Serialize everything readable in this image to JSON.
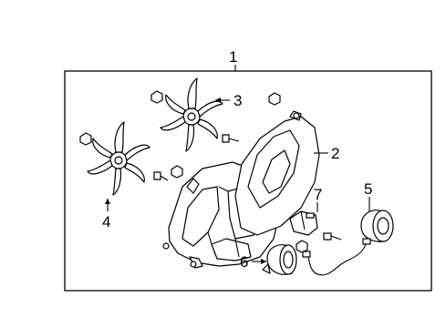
{
  "callouts": [
    {
      "id": "1",
      "part": "fan-assembly"
    },
    {
      "id": "2",
      "part": "fan-shroud"
    },
    {
      "id": "3",
      "part": "fan-blade-upper"
    },
    {
      "id": "4",
      "part": "fan-blade-lower"
    },
    {
      "id": "5",
      "part": "fan-motor-right"
    },
    {
      "id": "6",
      "part": "fan-motor-left"
    },
    {
      "id": "7",
      "part": "fan-resistor"
    }
  ]
}
